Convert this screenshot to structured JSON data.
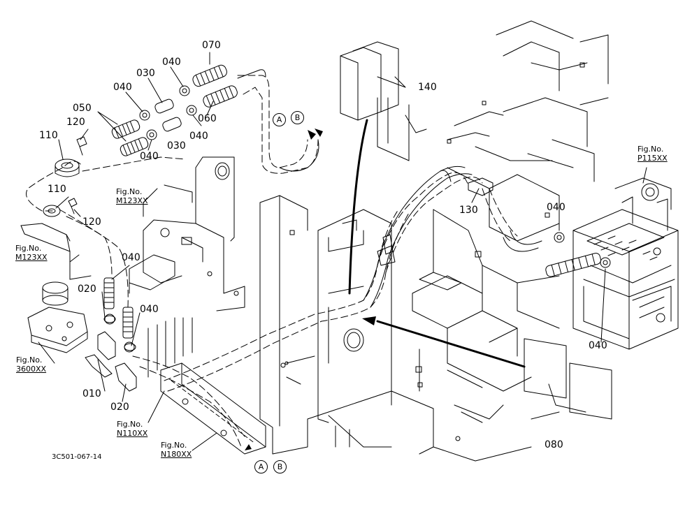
{
  "parts": [
    {
      "id": "070",
      "label": "070"
    },
    {
      "id": "040a",
      "label": "040"
    },
    {
      "id": "030a",
      "label": "030"
    },
    {
      "id": "040b",
      "label": "040"
    },
    {
      "id": "050",
      "label": "050"
    },
    {
      "id": "060",
      "label": "060"
    },
    {
      "id": "120a",
      "label": "120"
    },
    {
      "id": "110a",
      "label": "110"
    },
    {
      "id": "040c",
      "label": "040"
    },
    {
      "id": "030b",
      "label": "030"
    },
    {
      "id": "040d",
      "label": "040"
    },
    {
      "id": "110b",
      "label": "110"
    },
    {
      "id": "120b",
      "label": "120"
    },
    {
      "id": "040e",
      "label": "040"
    },
    {
      "id": "020a",
      "label": "020"
    },
    {
      "id": "040f",
      "label": "040"
    },
    {
      "id": "010",
      "label": "010"
    },
    {
      "id": "020b",
      "label": "020"
    },
    {
      "id": "140",
      "label": "140"
    },
    {
      "id": "130",
      "label": "130"
    },
    {
      "id": "040g",
      "label": "040"
    },
    {
      "id": "040h",
      "label": "040"
    },
    {
      "id": "080",
      "label": "080"
    }
  ],
  "figure_refs": [
    {
      "id": "p115",
      "line1": "Fig.No.",
      "line2": "P115XX"
    },
    {
      "id": "m123a",
      "line1": "Fig.No.",
      "line2": "M123XX"
    },
    {
      "id": "m123b",
      "line1": "Fig.No.",
      "line2": "M123XX"
    },
    {
      "id": "3600",
      "line1": "Fig.No.",
      "line2": "3600XX"
    },
    {
      "id": "n110",
      "line1": "Fig.No.",
      "line2": "N110XX"
    },
    {
      "id": "n180",
      "line1": "Fig.No.",
      "line2": "N180XX"
    }
  ],
  "markers": {
    "a": "A",
    "b": "B"
  },
  "drawing_code": "3C501-067-14",
  "colors": {
    "line": "#000000",
    "background": "#ffffff"
  }
}
